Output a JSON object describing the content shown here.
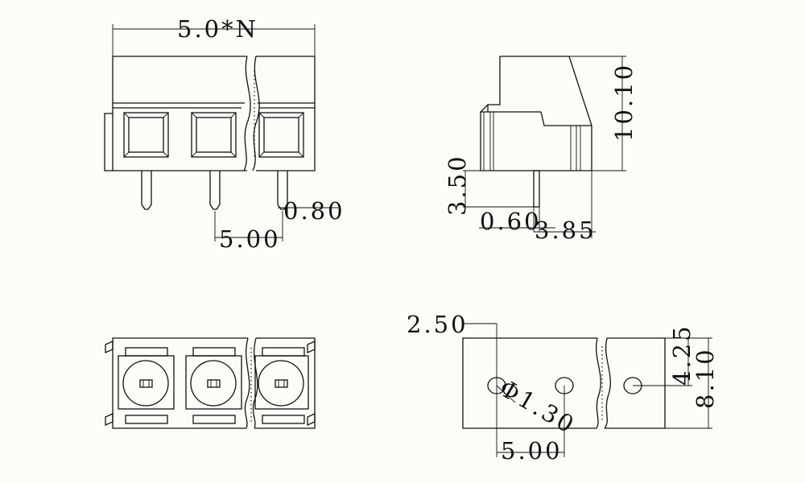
{
  "dimensions": {
    "front_width": "5.0*N",
    "pin_diameter": "0.80",
    "pin_pitch_front": "5.00",
    "side_pin_length": "3.50",
    "side_pin_thickness": "0.60",
    "side_depth": "3.85",
    "side_height": "10.10",
    "pcb_edge_offset": "2.50",
    "hole_diameter": "Φ1.30",
    "hole_pitch": "5.00",
    "hole_row_offset": "4.25",
    "footprint_depth": "8.10"
  },
  "colors": {
    "background": "#fdfcf8",
    "line": "#111111"
  }
}
